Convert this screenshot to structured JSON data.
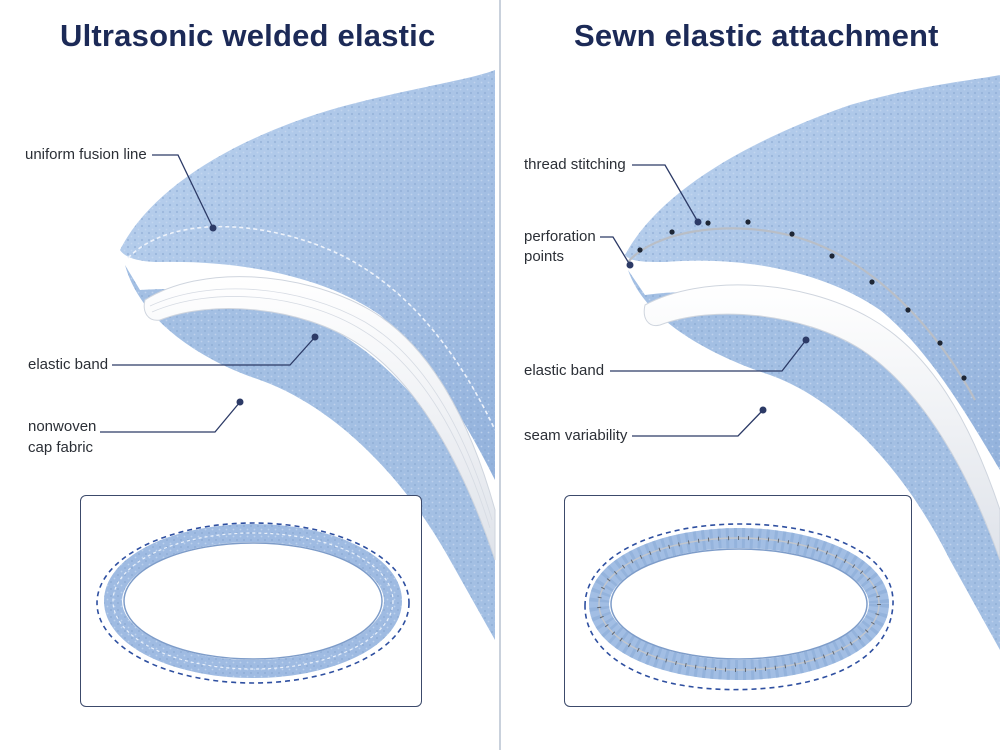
{
  "left_panel": {
    "title": "Ultrasonic welded elastic",
    "labels": {
      "fusion_line": "uniform fusion line",
      "elastic_band": "elastic band",
      "fabric_line1": "nonwoven",
      "fabric_line2": "cap fabric"
    }
  },
  "right_panel": {
    "title": "Sewn elastic attachment",
    "labels": {
      "thread_stitching": "thread stitching",
      "perforation_line1": "perforation",
      "perforation_line2": "points",
      "elastic_band": "elastic band",
      "seam_variability": "seam variability"
    }
  },
  "colors": {
    "fabric": "#a9c4e6",
    "fabric_dark": "#7fa0cc",
    "elastic": "#f4f5f7",
    "leader": "#2c3a66",
    "title": "#1c2a57",
    "dashed_outline": "#2e4fa0"
  }
}
